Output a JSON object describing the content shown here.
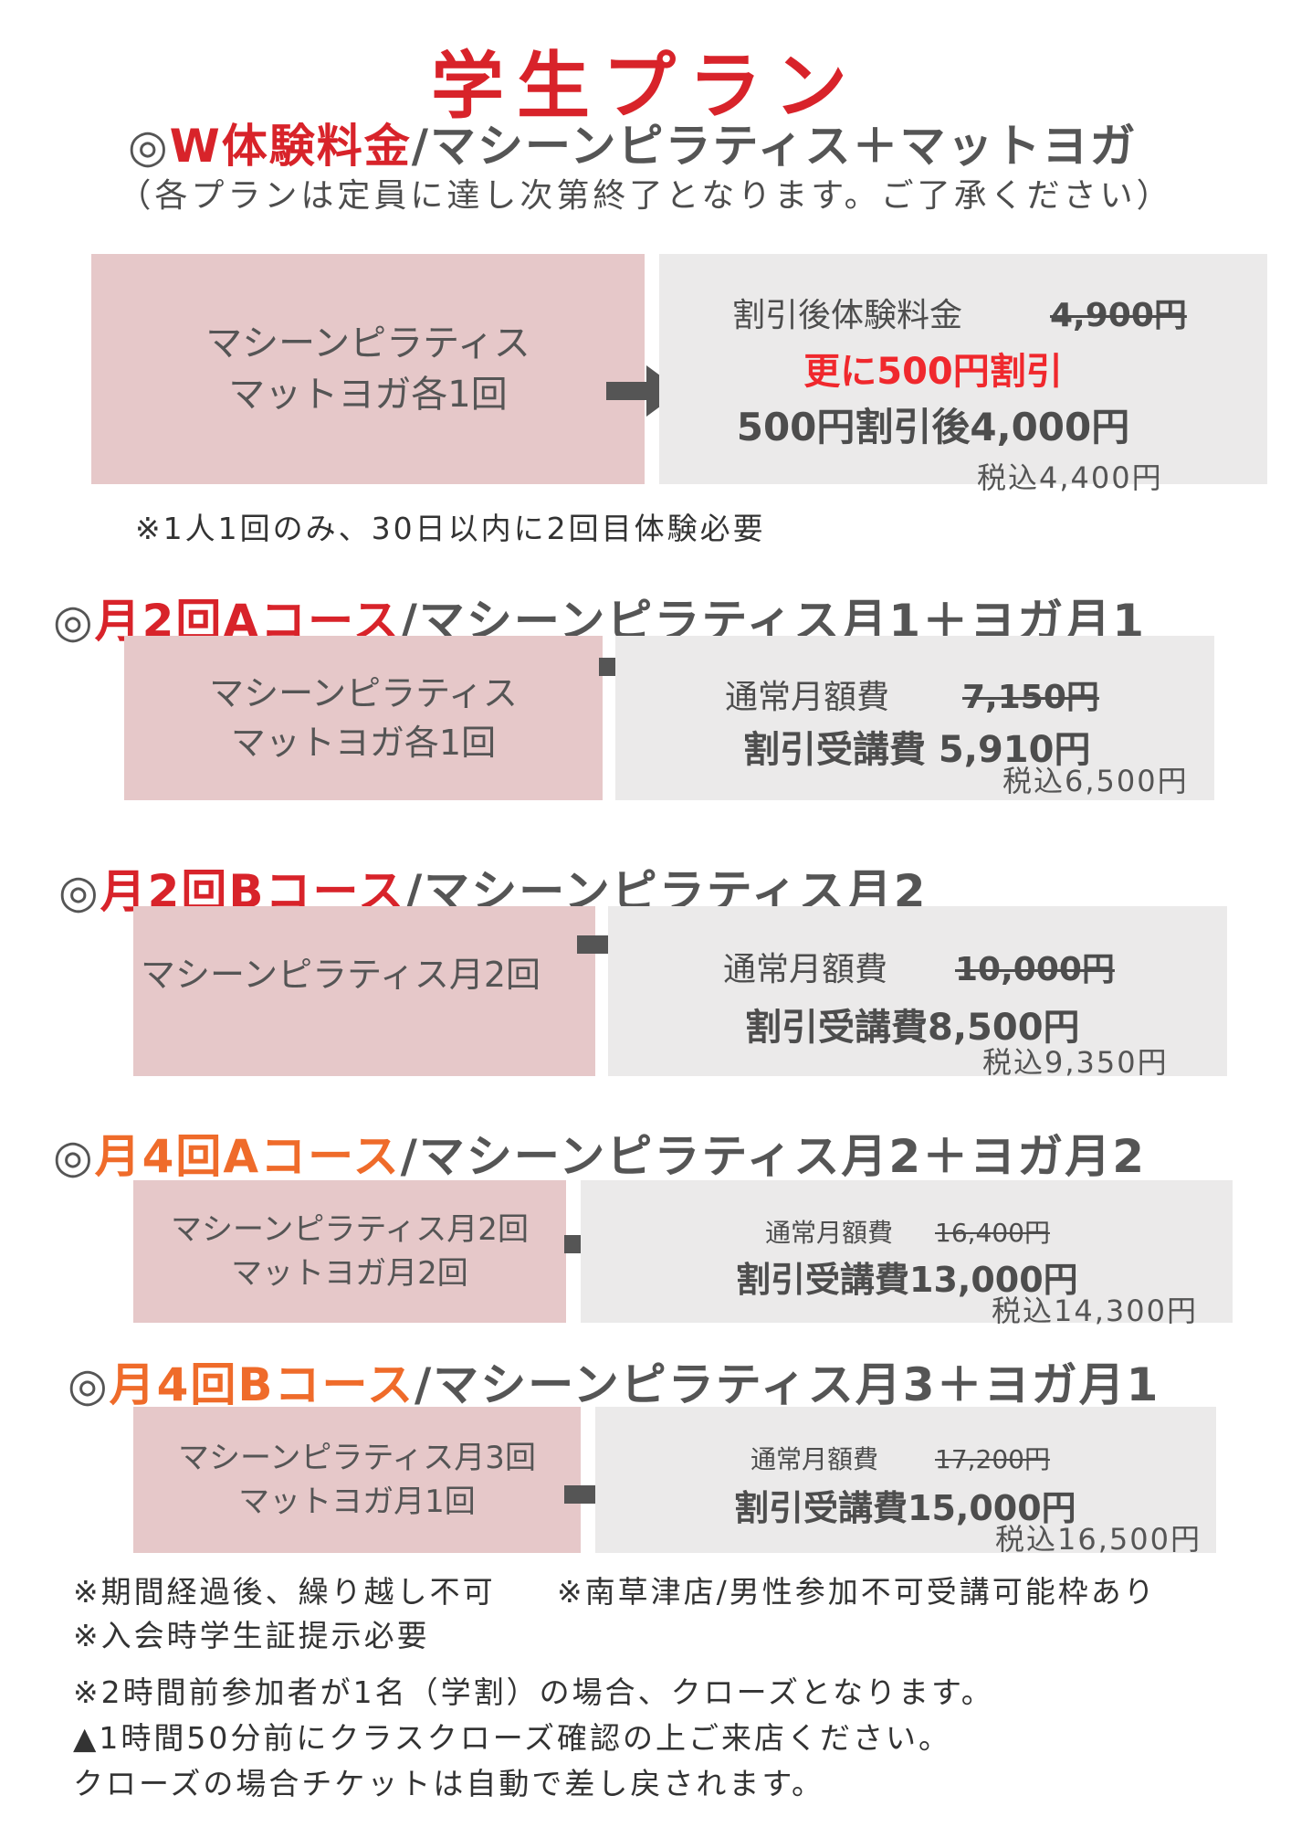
{
  "title": "学生プラン",
  "trial": {
    "prefix": "◎",
    "label": "W体験料金",
    "rest": "/マシーンピラティス＋マットヨガ",
    "subtitle": "（各プランは定員に達し次第終了となります。ご了承ください）",
    "left_line1": "マシーンピラティス",
    "left_line2": "マットヨガ各1回",
    "price_label": "割引後体験料金",
    "old_price": "4,900円",
    "discount": "更に500円割引",
    "final_price": "500円割引後4,000円",
    "tax": "税込4,400円",
    "note": "※1人1回のみ、30日以内に2回目体験必要",
    "colors": {
      "red": "#d8232a"
    }
  },
  "courses": [
    {
      "prefix": "◎",
      "label": "月2回Aコース",
      "rest": "/マシーンピラティス月1＋ヨガ月1",
      "left_line1": "マシーンピラティス",
      "left_line2": "マットヨガ各1回",
      "price_label": "通常月額費",
      "old_price": "7,150円",
      "final_price": "割引受講費 5,910円",
      "tax": "税込6,500円"
    },
    {
      "prefix": "◎",
      "label": "月2回Bコース",
      "rest": "/マシーンピラティス月2",
      "left_line1": "マシーンピラティス月2回",
      "left_line2": "",
      "price_label": "通常月額費",
      "old_price": "10,000円",
      "final_price": "割引受講費8,500円",
      "tax": "税込9,350円"
    },
    {
      "prefix": "◎",
      "label": "月4回Aコース",
      "rest": "/マシーンピラティス月2＋ヨガ月2",
      "left_line1": "マシーンピラティス月2回",
      "left_line2": "マットヨガ月2回",
      "price_label": "通常月額費",
      "old_price": "16,400円",
      "final_price": "割引受講費13,000円",
      "tax": "税込14,300円"
    },
    {
      "prefix": "◎",
      "label": "月4回Bコース",
      "rest": "/マシーンピラティス月3＋ヨガ月1",
      "left_line1": "マシーンピラティス月3回",
      "left_line2": "マットヨガ月1回",
      "price_label": "通常月額費",
      "old_price": "17,200円",
      "final_price": "割引受講費15,000円",
      "tax": "税込16,500円"
    }
  ],
  "footer": {
    "note1a": "※期間経過後、繰り越し不可",
    "note1b": "※南草津店/男性参加不可受講可能枠あり",
    "note2": "※入会時学生証提示必要",
    "note3": "※2時間前参加者が1名（学割）の場合、クローズとなります。",
    "note4": "▲1時間50分前にクラスクローズ確認の上ご来店ください。",
    "note5": "クローズの場合チケットは自動で差し戻されます。"
  },
  "icons": {
    "arrow": "arrow-right-icon"
  },
  "colors": {
    "red": "#d8232a",
    "orange": "#ef6b2a",
    "pink_box": "#e6c8c9",
    "gray_box": "#ebeaea",
    "text": "#4d4d4d"
  }
}
